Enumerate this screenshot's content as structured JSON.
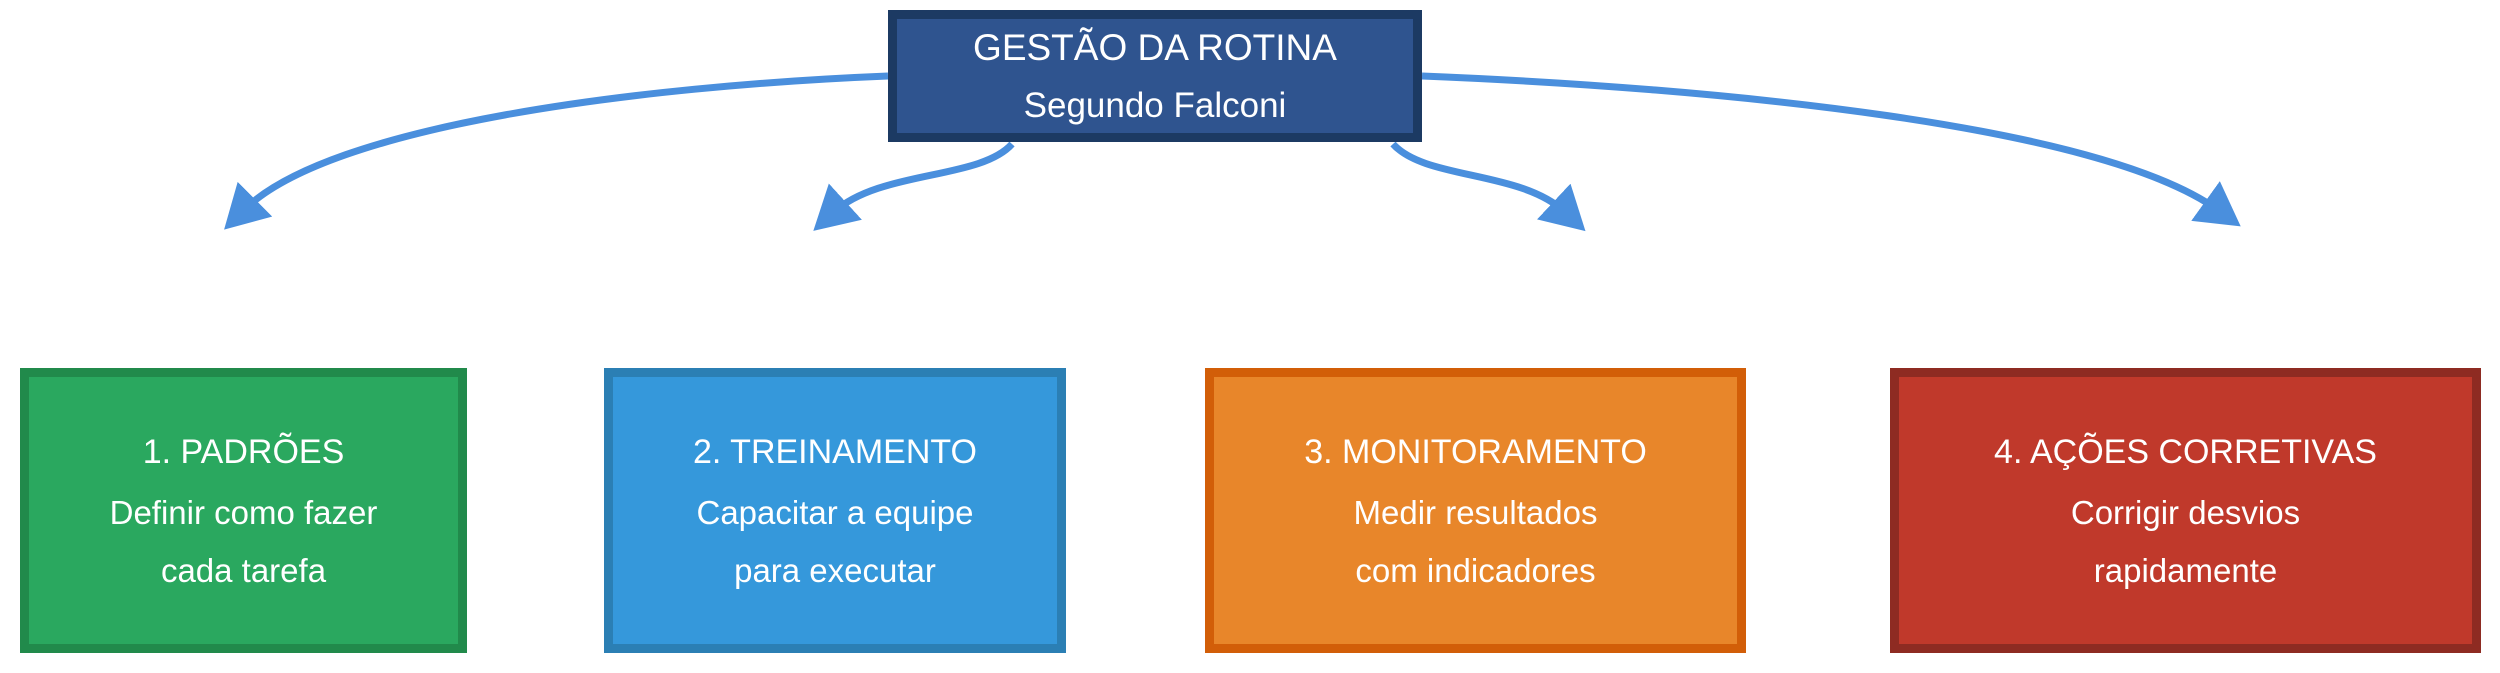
{
  "diagram": {
    "type": "hierarchy-flowchart",
    "background_color": "#ffffff",
    "root": {
      "id": "root",
      "title": "GESTÃO DA ROTINA",
      "subtitle": "Segundo Falconi",
      "fill_color": "#2f548f",
      "border_color": "#1c3a63",
      "text_color": "#ffffff"
    },
    "edge_color": "#4a8fdd",
    "children": [
      {
        "id": "padroes",
        "title": "1. PADRÕES",
        "lines": [
          "Definir como fazer",
          "cada tarefa"
        ],
        "fill_color": "#2aa85f",
        "border_color": "#218a4b",
        "text_color": "#ffffff"
      },
      {
        "id": "treinamento",
        "title": "2. TREINAMENTO",
        "lines": [
          "Capacitar a equipe",
          "para executar"
        ],
        "fill_color": "#3598db",
        "border_color": "#2b7fb4",
        "text_color": "#ffffff"
      },
      {
        "id": "monitoramento",
        "title": "3. MONITORAMENTO",
        "lines": [
          "Medir resultados",
          "com indicadores"
        ],
        "fill_color": "#e8862a",
        "border_color": "#d25e08",
        "text_color": "#ffffff"
      },
      {
        "id": "acoes",
        "title": "4. AÇÕES CORRETIVAS",
        "lines": [
          "Corrigir desvios",
          "rapidamente"
        ],
        "fill_color": "#c0392b",
        "border_color": "#8e2b22",
        "text_color": "#ffffff"
      }
    ]
  }
}
